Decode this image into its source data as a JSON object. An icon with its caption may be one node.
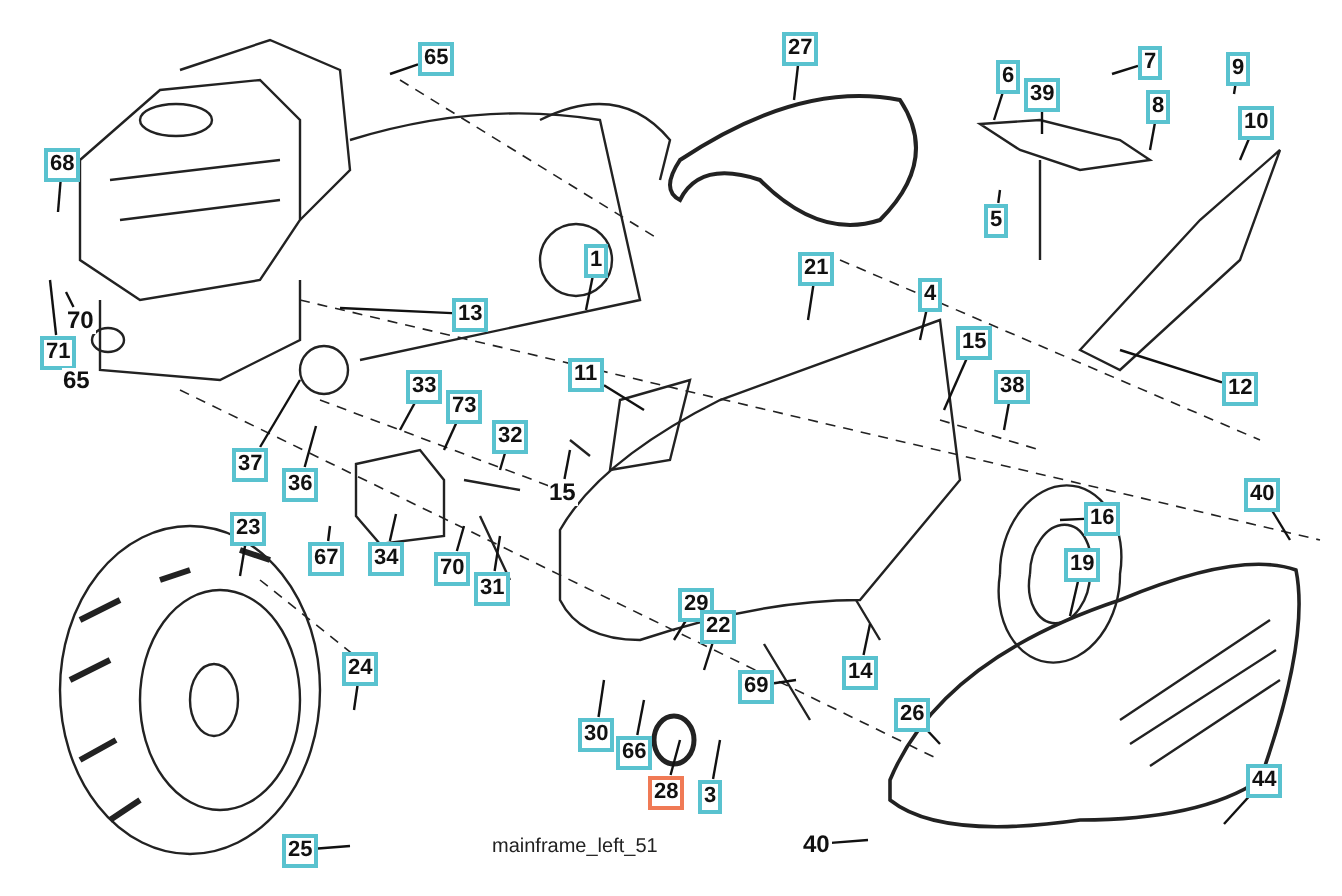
{
  "diagram": {
    "caption": "mainframe_left_51",
    "nodes": [
      {
        "text": [
          "65"
        ]
      },
      {
        "text": [
          "27"
        ]
      },
      {
        "text": [
          "7"
        ]
      },
      {
        "text": [
          "9"
        ]
      },
      {
        "text": [
          "6"
        ]
      },
      {
        "text": [
          "39"
        ]
      },
      {
        "text": [
          "8"
        ]
      },
      {
        "text": [
          "10"
        ]
      },
      {
        "text": [
          "68"
        ]
      },
      {
        "text": [
          "5"
        ]
      },
      {
        "text": [
          "1"
        ]
      },
      {
        "text": [
          "21"
        ]
      },
      {
        "text": [
          "4"
        ]
      },
      {
        "text": [
          "13"
        ]
      },
      {
        "text": [
          "70"
        ]
      },
      {
        "text": [
          "15"
        ]
      },
      {
        "text": [
          "71"
        ]
      },
      {
        "text": [
          "11"
        ]
      },
      {
        "text": [
          "33"
        ]
      },
      {
        "text": [
          "38"
        ]
      },
      {
        "text": [
          "12"
        ]
      },
      {
        "text": [
          "73"
        ]
      },
      {
        "text": [
          "32"
        ]
      },
      {
        "text": [
          "37"
        ]
      },
      {
        "text": [
          "36"
        ]
      },
      {
        "text": [
          "15"
        ]
      },
      {
        "text": [
          "40"
        ]
      },
      {
        "text": [
          "16"
        ]
      },
      {
        "text": [
          "23"
        ]
      },
      {
        "text": [
          "67"
        ]
      },
      {
        "text": [
          "34"
        ]
      },
      {
        "text": [
          "19"
        ]
      },
      {
        "text": [
          "70"
        ]
      },
      {
        "text": [
          "31"
        ]
      },
      {
        "text": [
          "29"
        ]
      },
      {
        "text": [
          "22"
        ]
      },
      {
        "text": [
          "24"
        ]
      },
      {
        "text": [
          "14"
        ]
      },
      {
        "text": [
          "69"
        ]
      },
      {
        "text": [
          "26"
        ]
      },
      {
        "text": [
          "30"
        ]
      },
      {
        "text": [
          "66"
        ]
      },
      {
        "text": [
          "44"
        ]
      },
      {
        "text": [
          "28"
        ]
      },
      {
        "text": [
          "3"
        ]
      },
      {
        "text": [
          "40"
        ]
      },
      {
        "text": [
          "25"
        ]
      },
      {
        "text": [
          "65"
        ]
      }
    ],
    "edges": [
      {
        "from": 0,
        "to": null,
        "arrow": "none"
      },
      {
        "from": 1,
        "to": null,
        "arrow": "none"
      },
      {
        "from": 2,
        "to": null,
        "arrow": "none"
      },
      {
        "from": 3,
        "to": null,
        "arrow": "none"
      },
      {
        "from": 4,
        "to": null,
        "arrow": "none"
      },
      {
        "from": 5,
        "to": null,
        "arrow": "none"
      },
      {
        "from": 6,
        "to": null,
        "arrow": "none"
      },
      {
        "from": 7,
        "to": null,
        "arrow": "none"
      },
      {
        "from": 8,
        "to": null,
        "arrow": "none"
      },
      {
        "from": 9,
        "to": null,
        "arrow": "none"
      },
      {
        "from": 10,
        "to": null,
        "arrow": "none"
      },
      {
        "from": 11,
        "to": null,
        "arrow": "none"
      },
      {
        "from": 12,
        "to": null,
        "arrow": "none"
      },
      {
        "from": 13,
        "to": null,
        "arrow": "none"
      },
      {
        "from": 14,
        "to": null,
        "arrow": "none"
      },
      {
        "from": 15,
        "to": null,
        "arrow": "none"
      },
      {
        "from": 16,
        "to": null,
        "arrow": "none"
      },
      {
        "from": 17,
        "to": null,
        "arrow": "none"
      },
      {
        "from": 18,
        "to": null,
        "arrow": "none"
      },
      {
        "from": 19,
        "to": null,
        "arrow": "none"
      },
      {
        "from": 20,
        "to": null,
        "arrow": "none"
      },
      {
        "from": 21,
        "to": null,
        "arrow": "none"
      },
      {
        "from": 22,
        "to": null,
        "arrow": "none"
      },
      {
        "from": 23,
        "to": null,
        "arrow": "none"
      },
      {
        "from": 24,
        "to": null,
        "arrow": "none"
      },
      {
        "from": 25,
        "to": null,
        "arrow": "none"
      },
      {
        "from": 26,
        "to": null,
        "arrow": "none"
      },
      {
        "from": 27,
        "to": null,
        "arrow": "none"
      },
      {
        "from": 28,
        "to": null,
        "arrow": "none"
      },
      {
        "from": 29,
        "to": null,
        "arrow": "none"
      },
      {
        "from": 30,
        "to": null,
        "arrow": "none"
      },
      {
        "from": 31,
        "to": null,
        "arrow": "none"
      },
      {
        "from": 32,
        "to": null,
        "arrow": "none"
      },
      {
        "from": 33,
        "to": null,
        "arrow": "none"
      },
      {
        "from": 34,
        "to": null,
        "arrow": "none"
      },
      {
        "from": 35,
        "to": null,
        "arrow": "none"
      },
      {
        "from": 36,
        "to": null,
        "arrow": "none"
      },
      {
        "from": 37,
        "to": null,
        "arrow": "none"
      },
      {
        "from": 38,
        "to": null,
        "arrow": "none"
      },
      {
        "from": 39,
        "to": null,
        "arrow": "none"
      },
      {
        "from": 40,
        "to": null,
        "arrow": "none"
      },
      {
        "from": 41,
        "to": null,
        "arrow": "none"
      },
      {
        "from": 42,
        "to": null,
        "arrow": "none"
      },
      {
        "from": 43,
        "to": null,
        "arrow": "none"
      },
      {
        "from": 44,
        "to": null,
        "arrow": "none"
      },
      {
        "from": 45,
        "to": null,
        "arrow": "none"
      },
      {
        "from": 46,
        "to": null,
        "arrow": "none"
      }
    ]
  }
}
